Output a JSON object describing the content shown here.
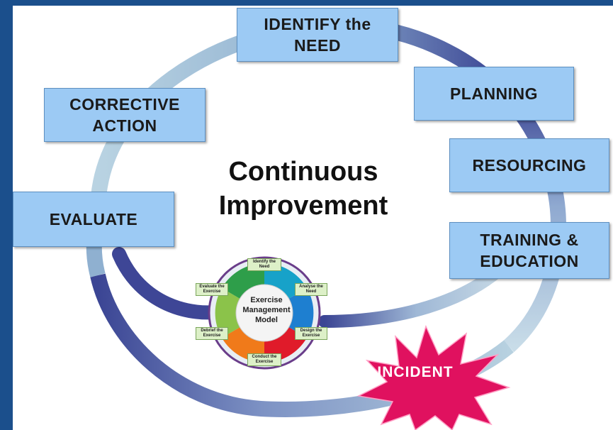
{
  "diagram": {
    "title": "Continuous\nImprovement",
    "stages": {
      "identify": "IDENTIFY the\nNEED",
      "planning": "PLANNING",
      "resourcing": "RESOURCING",
      "training": "TRAINING &\nEDUCATION",
      "evaluate": "EVALUATE",
      "corrective": "CORRECTIVE\nACTION"
    },
    "incident": "INCIDENT",
    "exercise_model": {
      "center": "Exercise\nManagement\nModel",
      "steps": {
        "identify": "Identify the\nNeed",
        "analyse": "Analyse the\nNeed",
        "design": "Design the\nExercise",
        "conduct": "Conduct the\nExercise",
        "debrief": "Debrief the\nExercise",
        "evaluate": "Evaluate the\nExercise"
      }
    },
    "colors": {
      "frame": "#1b4f8c",
      "box_fill": "#9ccaf4",
      "ring_light": "#a9c8dc",
      "ring_dark": "#3e4696",
      "incident": "#e0115f"
    }
  }
}
